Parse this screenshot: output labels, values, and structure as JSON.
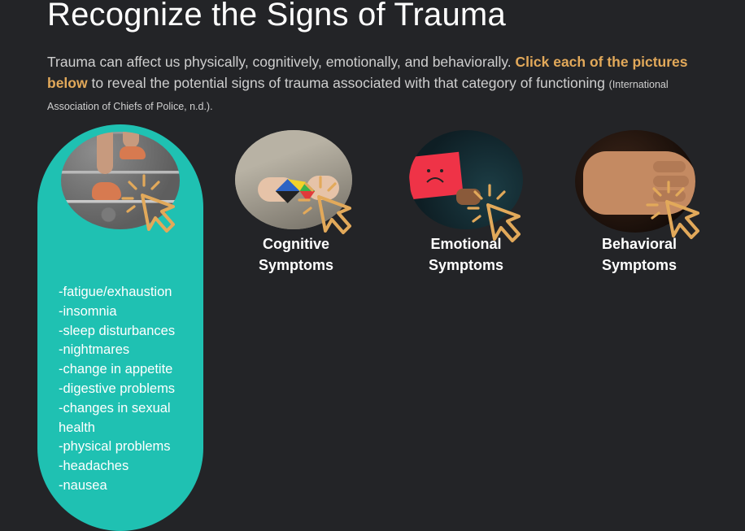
{
  "page": {
    "title": "Recognize the Signs of Trauma",
    "intro": {
      "text_before": "Trauma can affect us physically, cognitively, emotionally, and behaviorally.  ",
      "highlight": "Click each of the pictures below",
      "text_after": " to reveal the potential signs of trauma associated with that category of functioning ",
      "citation": "(International Association of Chiefs of Police, n.d.)."
    },
    "colors": {
      "accent": "#e2a95a",
      "panel": "#1fc1b2",
      "background": "#232427"
    }
  },
  "cards": [
    {
      "id": "physical",
      "icon": "running-legs-on-stairs-photo",
      "label_line1": "",
      "label_line2": ""
    },
    {
      "id": "cognitive",
      "icon": "puzzle-cube-photo",
      "label_line1": "Cognitive",
      "label_line2": "Symptoms"
    },
    {
      "id": "emotional",
      "icon": "sad-face-sign-photo",
      "label_line1": "Emotional",
      "label_line2": "Symptoms"
    },
    {
      "id": "behavioral",
      "icon": "fist-photo",
      "label_line1": "Behavioral",
      "label_line2": "Symptoms"
    }
  ],
  "physical_symptoms": [
    "-fatigue/exhaustion",
    "-insomnia",
    "-sleep disturbances",
    "-nightmares",
    "-change in appetite",
    "-digestive problems",
    "-changes in sexual health",
    "-physical problems",
    "-headaches",
    "-nausea"
  ]
}
